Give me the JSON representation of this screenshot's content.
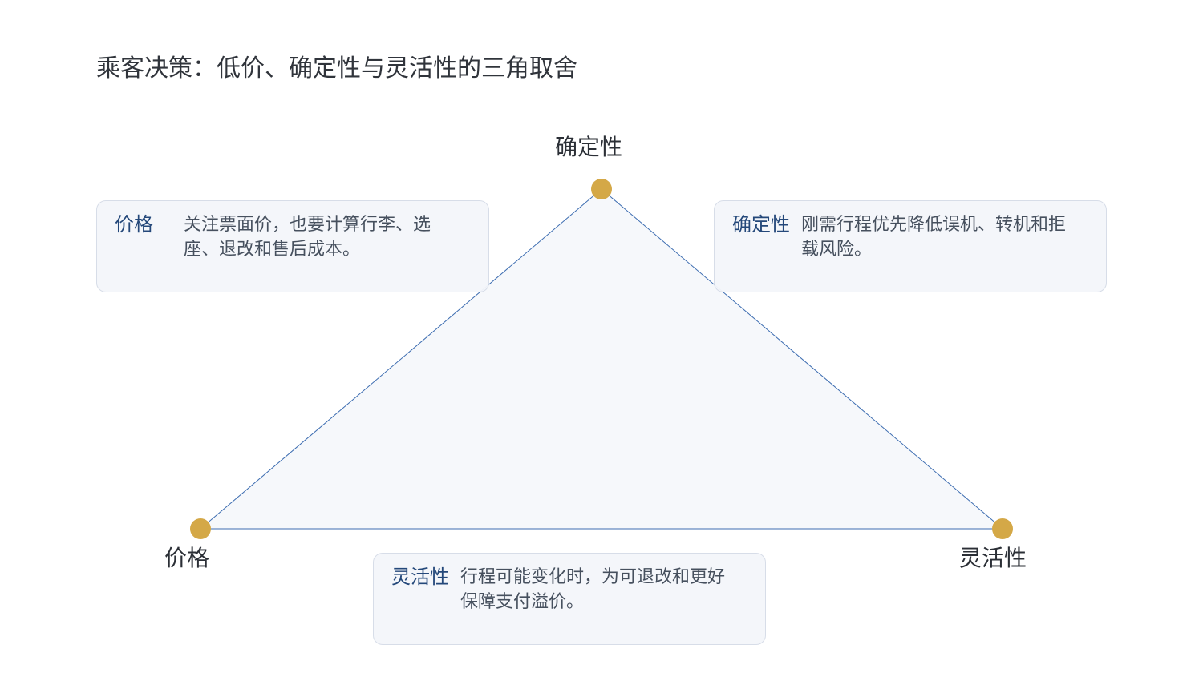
{
  "title": "乘客决策：低价、确定性与灵活性的三角取舍",
  "vertices": {
    "top": "确定性",
    "left": "价格",
    "right": "灵活性"
  },
  "cards": {
    "price": {
      "title": "价格",
      "text": "关注票面价，也要计算行李、选座、退改和售后成本。"
    },
    "certainty": {
      "title": "确定性",
      "text": "刚需行程优先降低误机、转机和拒载风险。"
    },
    "flexibility": {
      "title": "灵活性",
      "text": "行程可能变化时，为可退改和更好保障支付溢价。"
    }
  },
  "colors": {
    "triangle_stroke": "#3d6db1",
    "triangle_fill": "#f6f8fb",
    "node_fill": "#d4a847",
    "card_border": "#d7dde8",
    "card_title": "#24487a"
  }
}
